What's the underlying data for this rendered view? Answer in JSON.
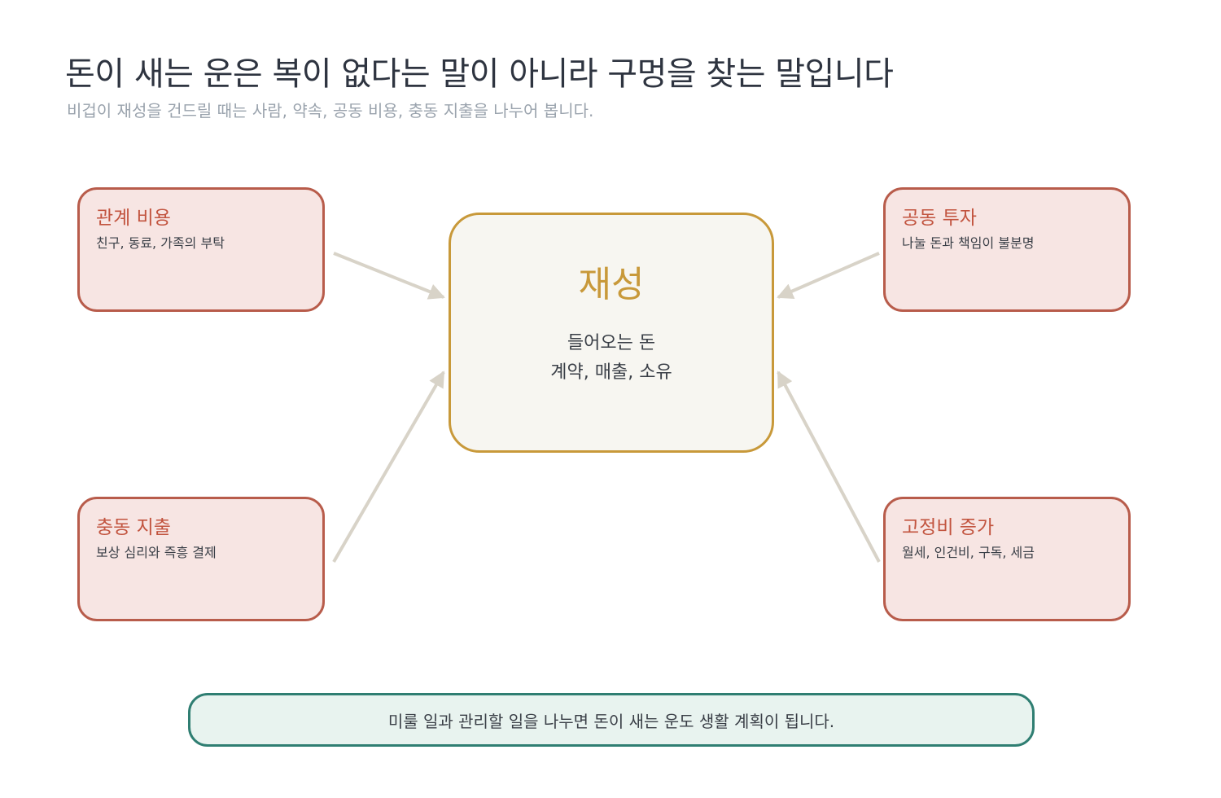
{
  "header": {
    "title": "돈이 새는 운은 복이 없다는 말이 아니라 구멍을 찾는 말입니다",
    "subtitle": "비겁이 재성을 건드릴 때는 사람, 약속, 공동 비용, 충동 지출을 나누어 봅니다."
  },
  "center": {
    "title": "재성",
    "line1": "들어오는 돈",
    "line2": "계약, 매출, 소유"
  },
  "nodes": [
    {
      "title": "관계 비용",
      "desc": "친구, 동료, 가족의 부탁"
    },
    {
      "title": "공동 투자",
      "desc": "나눌 돈과 책임이 불분명"
    },
    {
      "title": "충동 지출",
      "desc": "보상 심리와 즉흥 결제"
    },
    {
      "title": "고정비 증가",
      "desc": "월세, 인건비, 구독, 세금"
    }
  ],
  "footer": {
    "text": "미룰 일과 관리할 일을 나누면 돈이 새는 운도 생활 계획이 됩니다."
  },
  "colors": {
    "center_accent": "#c8993a",
    "node_border": "#b85c4b",
    "node_fill": "#f7e5e3",
    "footer_border": "#2f7e72",
    "footer_fill": "#e8f3ef",
    "arrow": "#d8d3c8"
  }
}
